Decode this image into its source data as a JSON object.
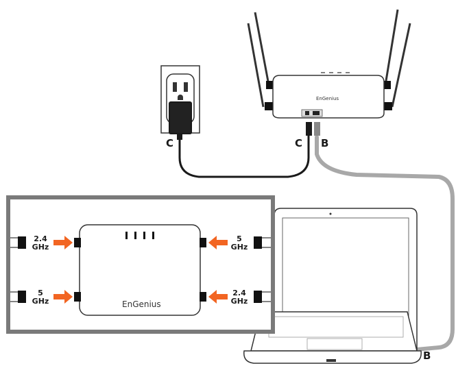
{
  "labels": {
    "power_cable_outlet_side": "C",
    "power_cable_ap_side": "C",
    "ethernet_ap_side": "B",
    "ethernet_laptop_side": "B"
  },
  "brand": {
    "ap_top": "EnGenius",
    "ap_inset": "EnGenius"
  },
  "antennas": {
    "top_left": {
      "band": "2.4",
      "unit": "GHz"
    },
    "top_right": {
      "band": "5",
      "unit": "GHz"
    },
    "bottom_left": {
      "band": "5",
      "unit": "GHz"
    },
    "bottom_right": {
      "band": "2.4",
      "unit": "GHz"
    }
  },
  "colors": {
    "arrow": "#f26522",
    "ethernet_cable": "#a8a8a8",
    "power_cable": "#1a1a1a",
    "outline": "#333333",
    "inset_border": "#7a7a7a"
  }
}
